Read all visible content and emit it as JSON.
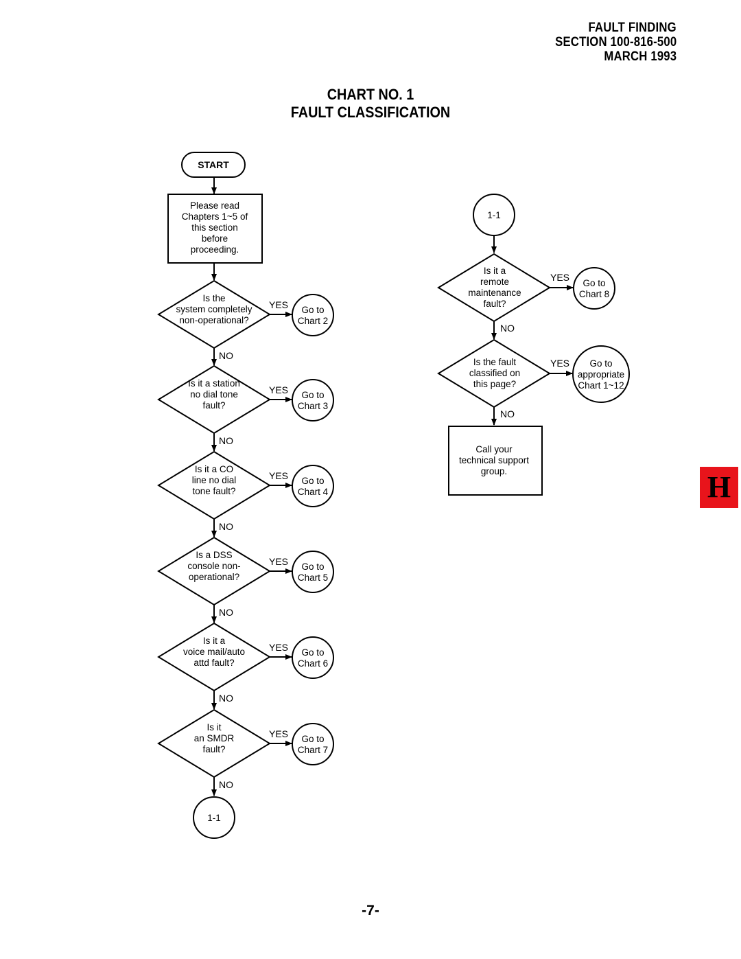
{
  "header": {
    "line1": "FAULT FINDING",
    "line2": "SECTION 100-816-500",
    "line3": "MARCH 1993"
  },
  "title": {
    "line1": "CHART NO. 1",
    "line2": "FAULT CLASSIFICATION"
  },
  "tab_letter": "H",
  "tab_color": "#e8141b",
  "page_number": "-7-",
  "flow": {
    "start": "START",
    "read_box": [
      "Please read",
      "Chapters 1~5 of",
      "this section",
      "before",
      "proceeding."
    ],
    "yes": "YES",
    "no": "NO",
    "connector": "1-1",
    "left_decisions": [
      {
        "q": [
          "Is the",
          "system completely",
          "non-operational?"
        ],
        "goto": [
          "Go to",
          "Chart 2"
        ]
      },
      {
        "q": [
          "Is it a station",
          "no dial tone",
          "fault?"
        ],
        "goto": [
          "Go to",
          "Chart 3"
        ]
      },
      {
        "q": [
          "Is it a CO",
          "line no dial",
          "tone fault?"
        ],
        "goto": [
          "Go to",
          "Chart 4"
        ]
      },
      {
        "q": [
          "Is a DSS",
          "console non-",
          "operational?"
        ],
        "goto": [
          "Go to",
          "Chart 5"
        ]
      },
      {
        "q": [
          "Is it a",
          "voice mail/auto",
          "attd fault?"
        ],
        "goto": [
          "Go to",
          "Chart 6"
        ]
      },
      {
        "q": [
          "Is it",
          "an SMDR",
          "fault?"
        ],
        "goto": [
          "Go to",
          "Chart 7"
        ]
      }
    ],
    "right_decisions": [
      {
        "q": [
          "Is it a",
          "remote",
          "maintenance",
          "fault?"
        ],
        "goto": [
          "Go to",
          "Chart 8"
        ]
      },
      {
        "q": [
          "Is the fault",
          "classified on",
          "this page?"
        ],
        "goto": [
          "Go to",
          "appropriate",
          "Chart 1~12"
        ]
      }
    ],
    "end_box": [
      "Call your",
      "technical support",
      "group."
    ]
  }
}
